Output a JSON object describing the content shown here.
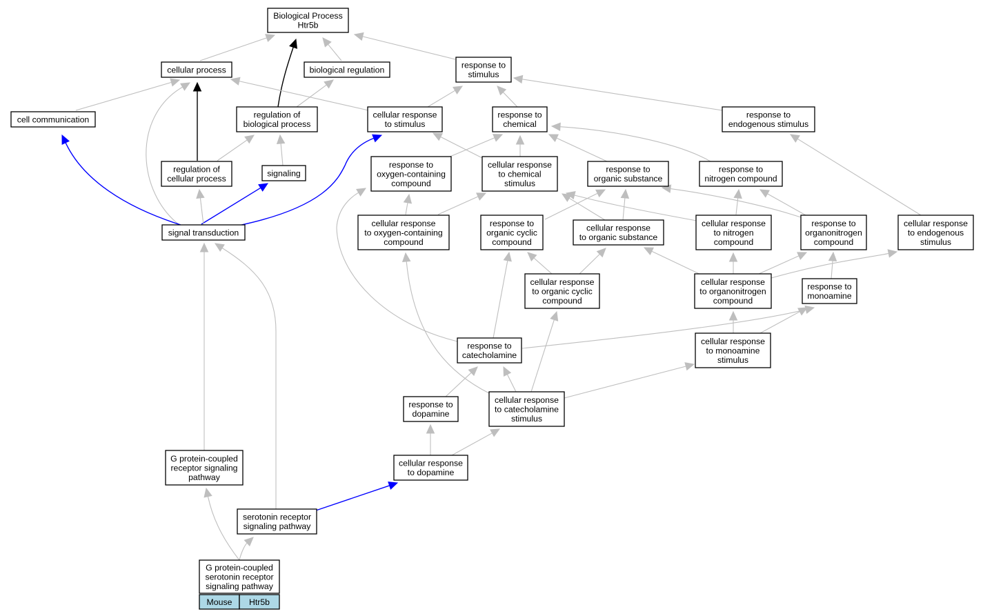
{
  "colors": {
    "edge_default": "#bebebe",
    "edge_black": "#000000",
    "edge_blue": "#0000ff",
    "node_border": "#000000",
    "species_fill": "#add8e6"
  },
  "nodes": {
    "bp": {
      "lines": [
        "Biological Process",
        "Htr5b"
      ]
    },
    "cp": {
      "lines": [
        "cellular process"
      ]
    },
    "br": {
      "lines": [
        "biological regulation"
      ]
    },
    "rs": {
      "lines": [
        "response to",
        "stimulus"
      ]
    },
    "cc": {
      "lines": [
        "cell communication"
      ]
    },
    "rbp": {
      "lines": [
        "regulation of",
        "biological process"
      ]
    },
    "crs": {
      "lines": [
        "cellular response",
        "to stimulus"
      ]
    },
    "rc": {
      "lines": [
        "response to",
        "chemical"
      ]
    },
    "res": {
      "lines": [
        "response to",
        "endogenous stimulus"
      ]
    },
    "rcp": {
      "lines": [
        "regulation of",
        "cellular process"
      ]
    },
    "sig": {
      "lines": [
        "signaling"
      ]
    },
    "roc": {
      "lines": [
        "response to",
        "oxygen-containing",
        "compound"
      ]
    },
    "crcs": {
      "lines": [
        "cellular response",
        "to chemical",
        "stimulus"
      ]
    },
    "ros": {
      "lines": [
        "response to",
        "organic substance"
      ]
    },
    "rnc": {
      "lines": [
        "response to",
        "nitrogen compound"
      ]
    },
    "st": {
      "lines": [
        "signal transduction"
      ]
    },
    "croc": {
      "lines": [
        "cellular response",
        "to oxygen-containing",
        "compound"
      ]
    },
    "rocc": {
      "lines": [
        "response to",
        "organic cyclic",
        "compound"
      ]
    },
    "cros": {
      "lines": [
        "cellular response",
        "to organic substance"
      ]
    },
    "crnc": {
      "lines": [
        "cellular response",
        "to nitrogen",
        "compound"
      ]
    },
    "ronc": {
      "lines": [
        "response to",
        "organonitrogen",
        "compound"
      ]
    },
    "cres": {
      "lines": [
        "cellular response",
        "to endogenous",
        "stimulus"
      ]
    },
    "crocc": {
      "lines": [
        "cellular response",
        "to organic cyclic",
        "compound"
      ]
    },
    "cronc": {
      "lines": [
        "cellular response",
        "to organonitrogen",
        "compound"
      ]
    },
    "rma": {
      "lines": [
        "response to",
        "monoamine"
      ]
    },
    "rca": {
      "lines": [
        "response to",
        "catecholamine"
      ]
    },
    "crma": {
      "lines": [
        "cellular response",
        "to monoamine",
        "stimulus"
      ]
    },
    "rd": {
      "lines": [
        "response to",
        "dopamine"
      ]
    },
    "crca": {
      "lines": [
        "cellular response",
        "to catecholamine",
        "stimulus"
      ]
    },
    "gpcr": {
      "lines": [
        "G protein-coupled",
        "receptor signaling",
        "pathway"
      ]
    },
    "crd": {
      "lines": [
        "cellular response",
        "to dopamine"
      ]
    },
    "srsp": {
      "lines": [
        "serotonin receptor",
        "signaling pathway"
      ]
    },
    "gpsr": {
      "lines": [
        "G protein-coupled",
        "serotonin receptor",
        "signaling pathway"
      ]
    }
  },
  "species_row": [
    "Mouse",
    "Htr5b"
  ]
}
